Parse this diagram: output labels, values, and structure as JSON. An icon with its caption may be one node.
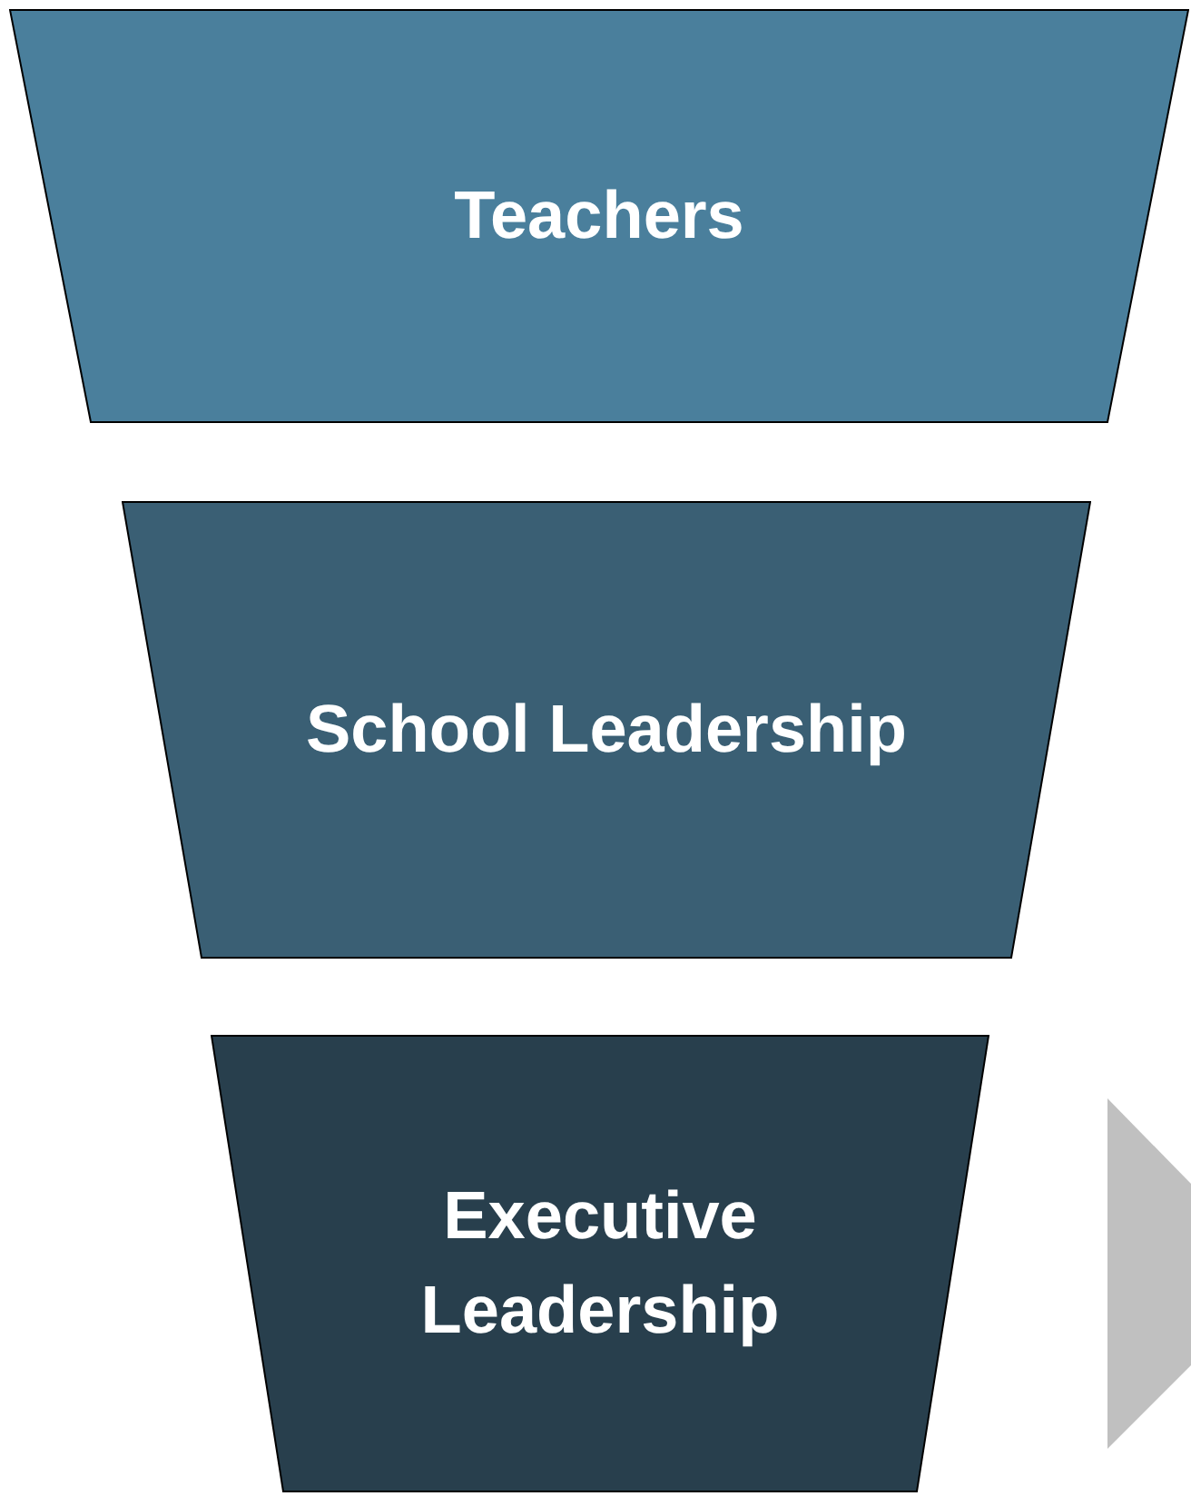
{
  "diagram": {
    "nodes": [
      {
        "text": [
          "Teachers"
        ]
      },
      {
        "text": [
          "School Leadership"
        ]
      },
      {
        "text": [
          "Executive Leadership"
        ]
      }
    ]
  }
}
